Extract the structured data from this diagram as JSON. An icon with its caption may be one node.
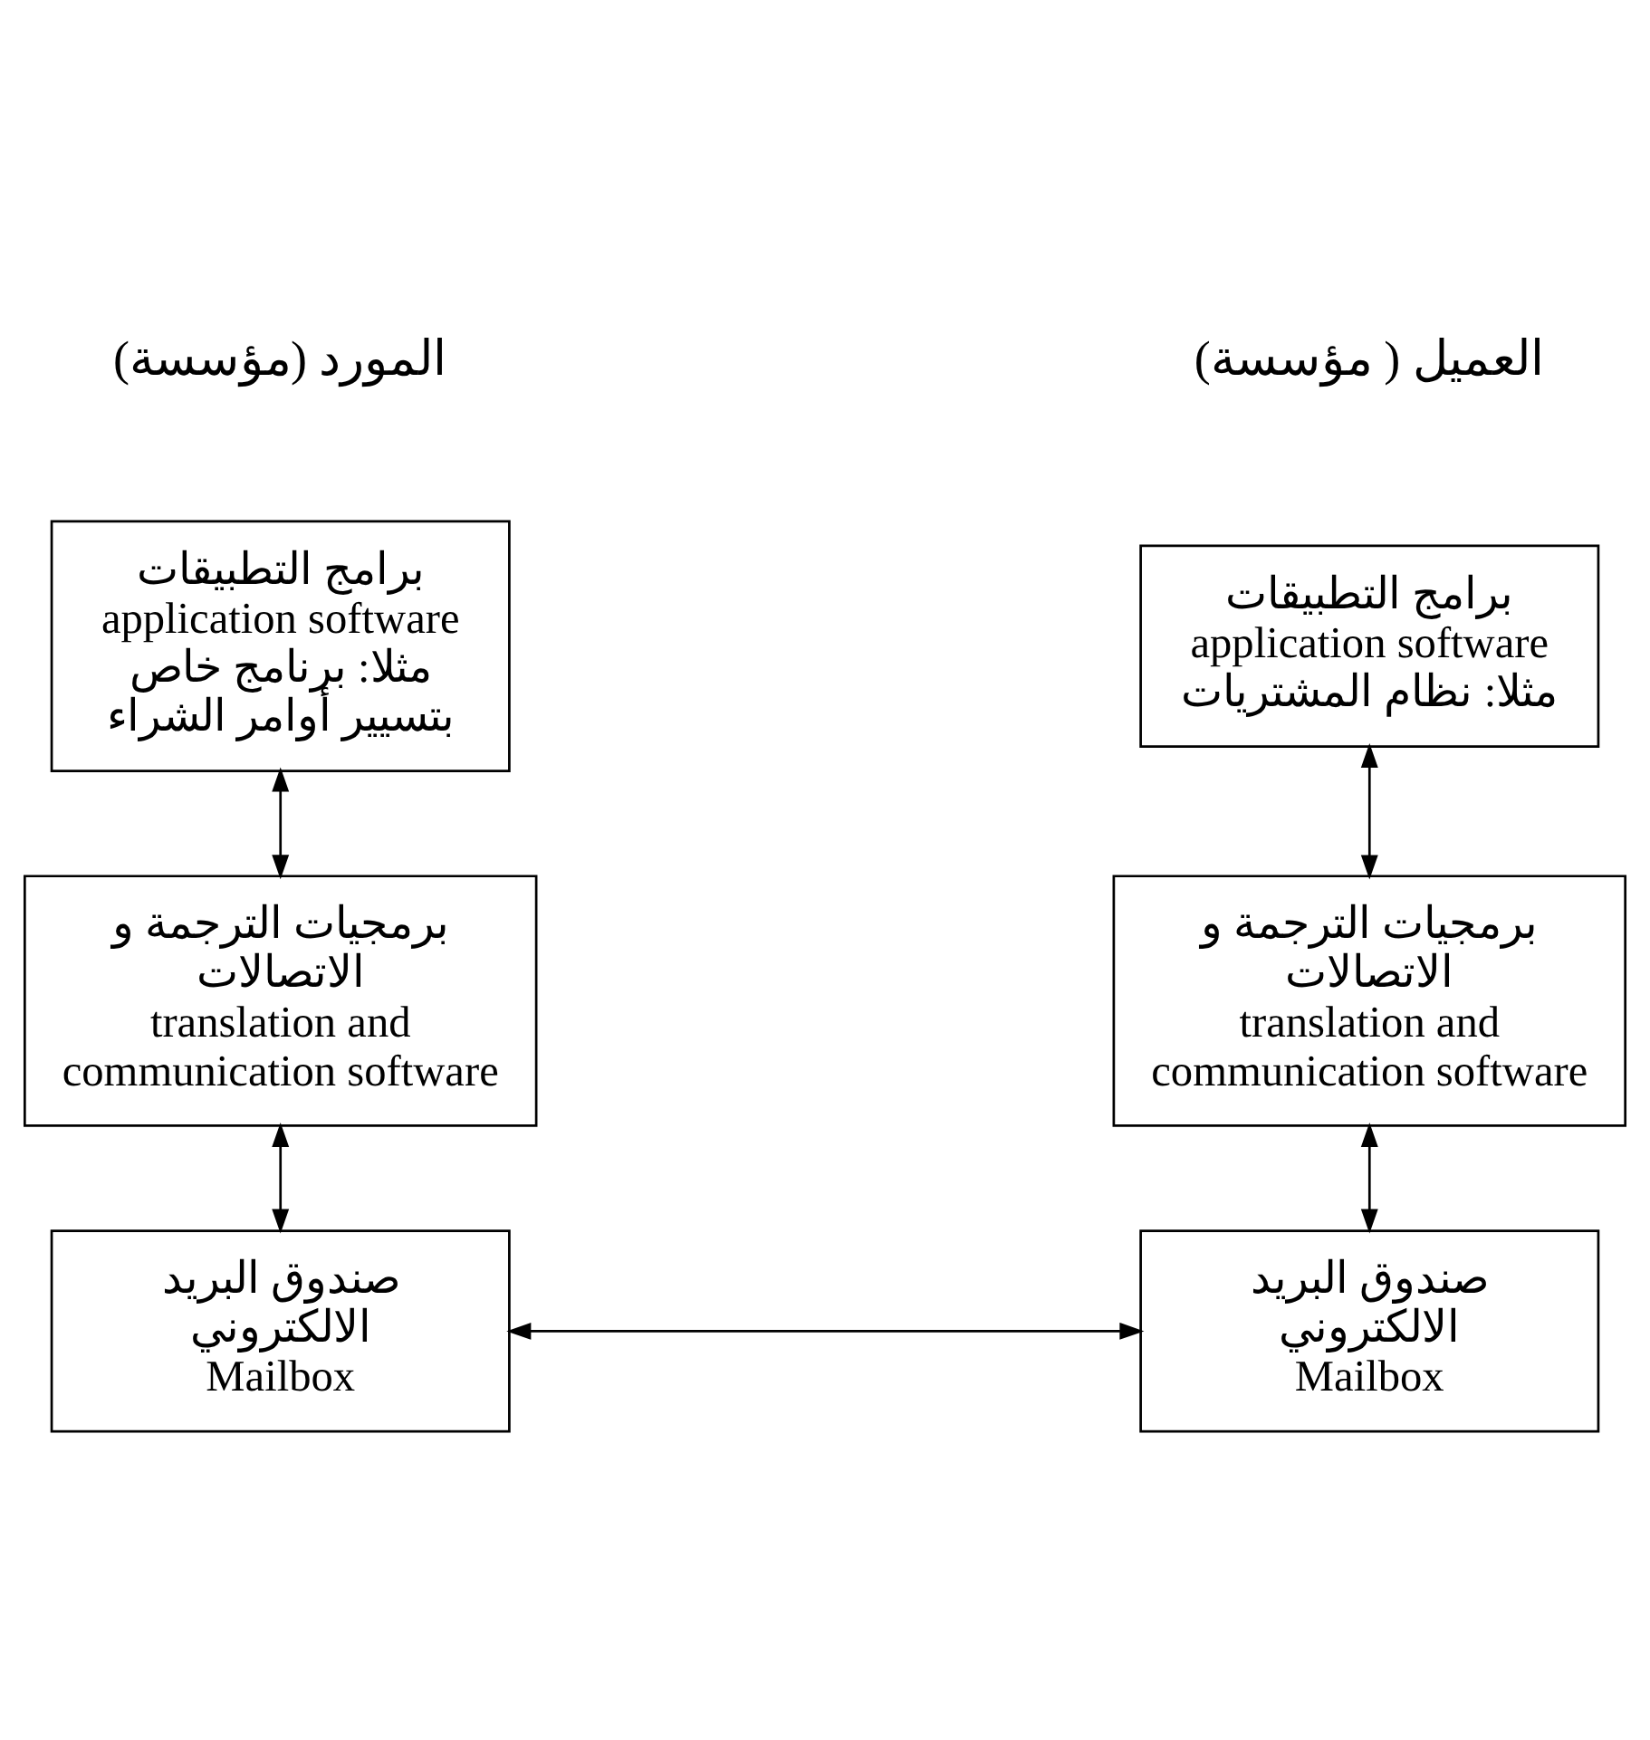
{
  "diagram": {
    "nodes": [
      {
        "text": [
          "برامج التطبيقات",
          "application software",
          "مثلا: نظام المشتريات"
        ]
      },
      {
        "text": [
          "برامج التطبيقات",
          "application software",
          "مثلا: برنامج خاص بتسيير أوامر الشراء"
        ]
      },
      {
        "text": [
          "برمجيات الترجمة و الاتصالات",
          "translation and communication software"
        ]
      },
      {
        "text": [
          "برمجيات الترجمة و الاتصالات",
          "translation and communication software"
        ]
      },
      {
        "text": [
          "صندوق البريد الالكتروني",
          "Mailbox"
        ]
      },
      {
        "text": [
          "صندوق البريد الالكتروني",
          "Mailbox"
        ]
      }
    ],
    "edges": [
      {
        "from": 1,
        "to": 3,
        "arrow": "both"
      },
      {
        "from": 0,
        "to": 2,
        "arrow": "both"
      },
      {
        "from": 3,
        "to": 5,
        "arrow": "both"
      },
      {
        "from": 2,
        "to": 4,
        "arrow": "both"
      },
      {
        "from": 5,
        "to": 4,
        "arrow": "both"
      }
    ],
    "labels": [
      "العميل ( مؤسسة)",
      "المورد (مؤسسة)"
    ]
  }
}
